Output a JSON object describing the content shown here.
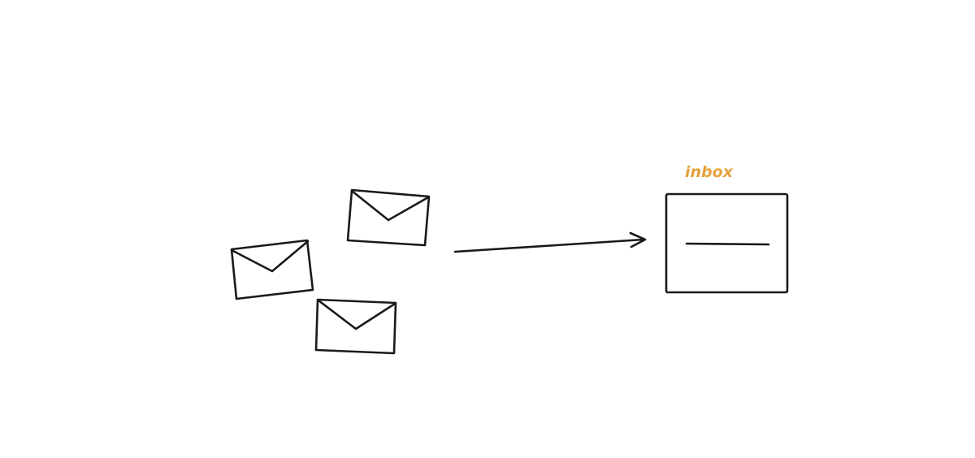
{
  "diagram": {
    "inbox_label": "inbox",
    "label_color": "#e3a23b",
    "stroke_color": "#1a1a1a",
    "background_color": "#ffffff",
    "icons": {
      "envelope": "envelope-icon",
      "arrow": "right-arrow",
      "inbox": "inbox-box"
    }
  }
}
